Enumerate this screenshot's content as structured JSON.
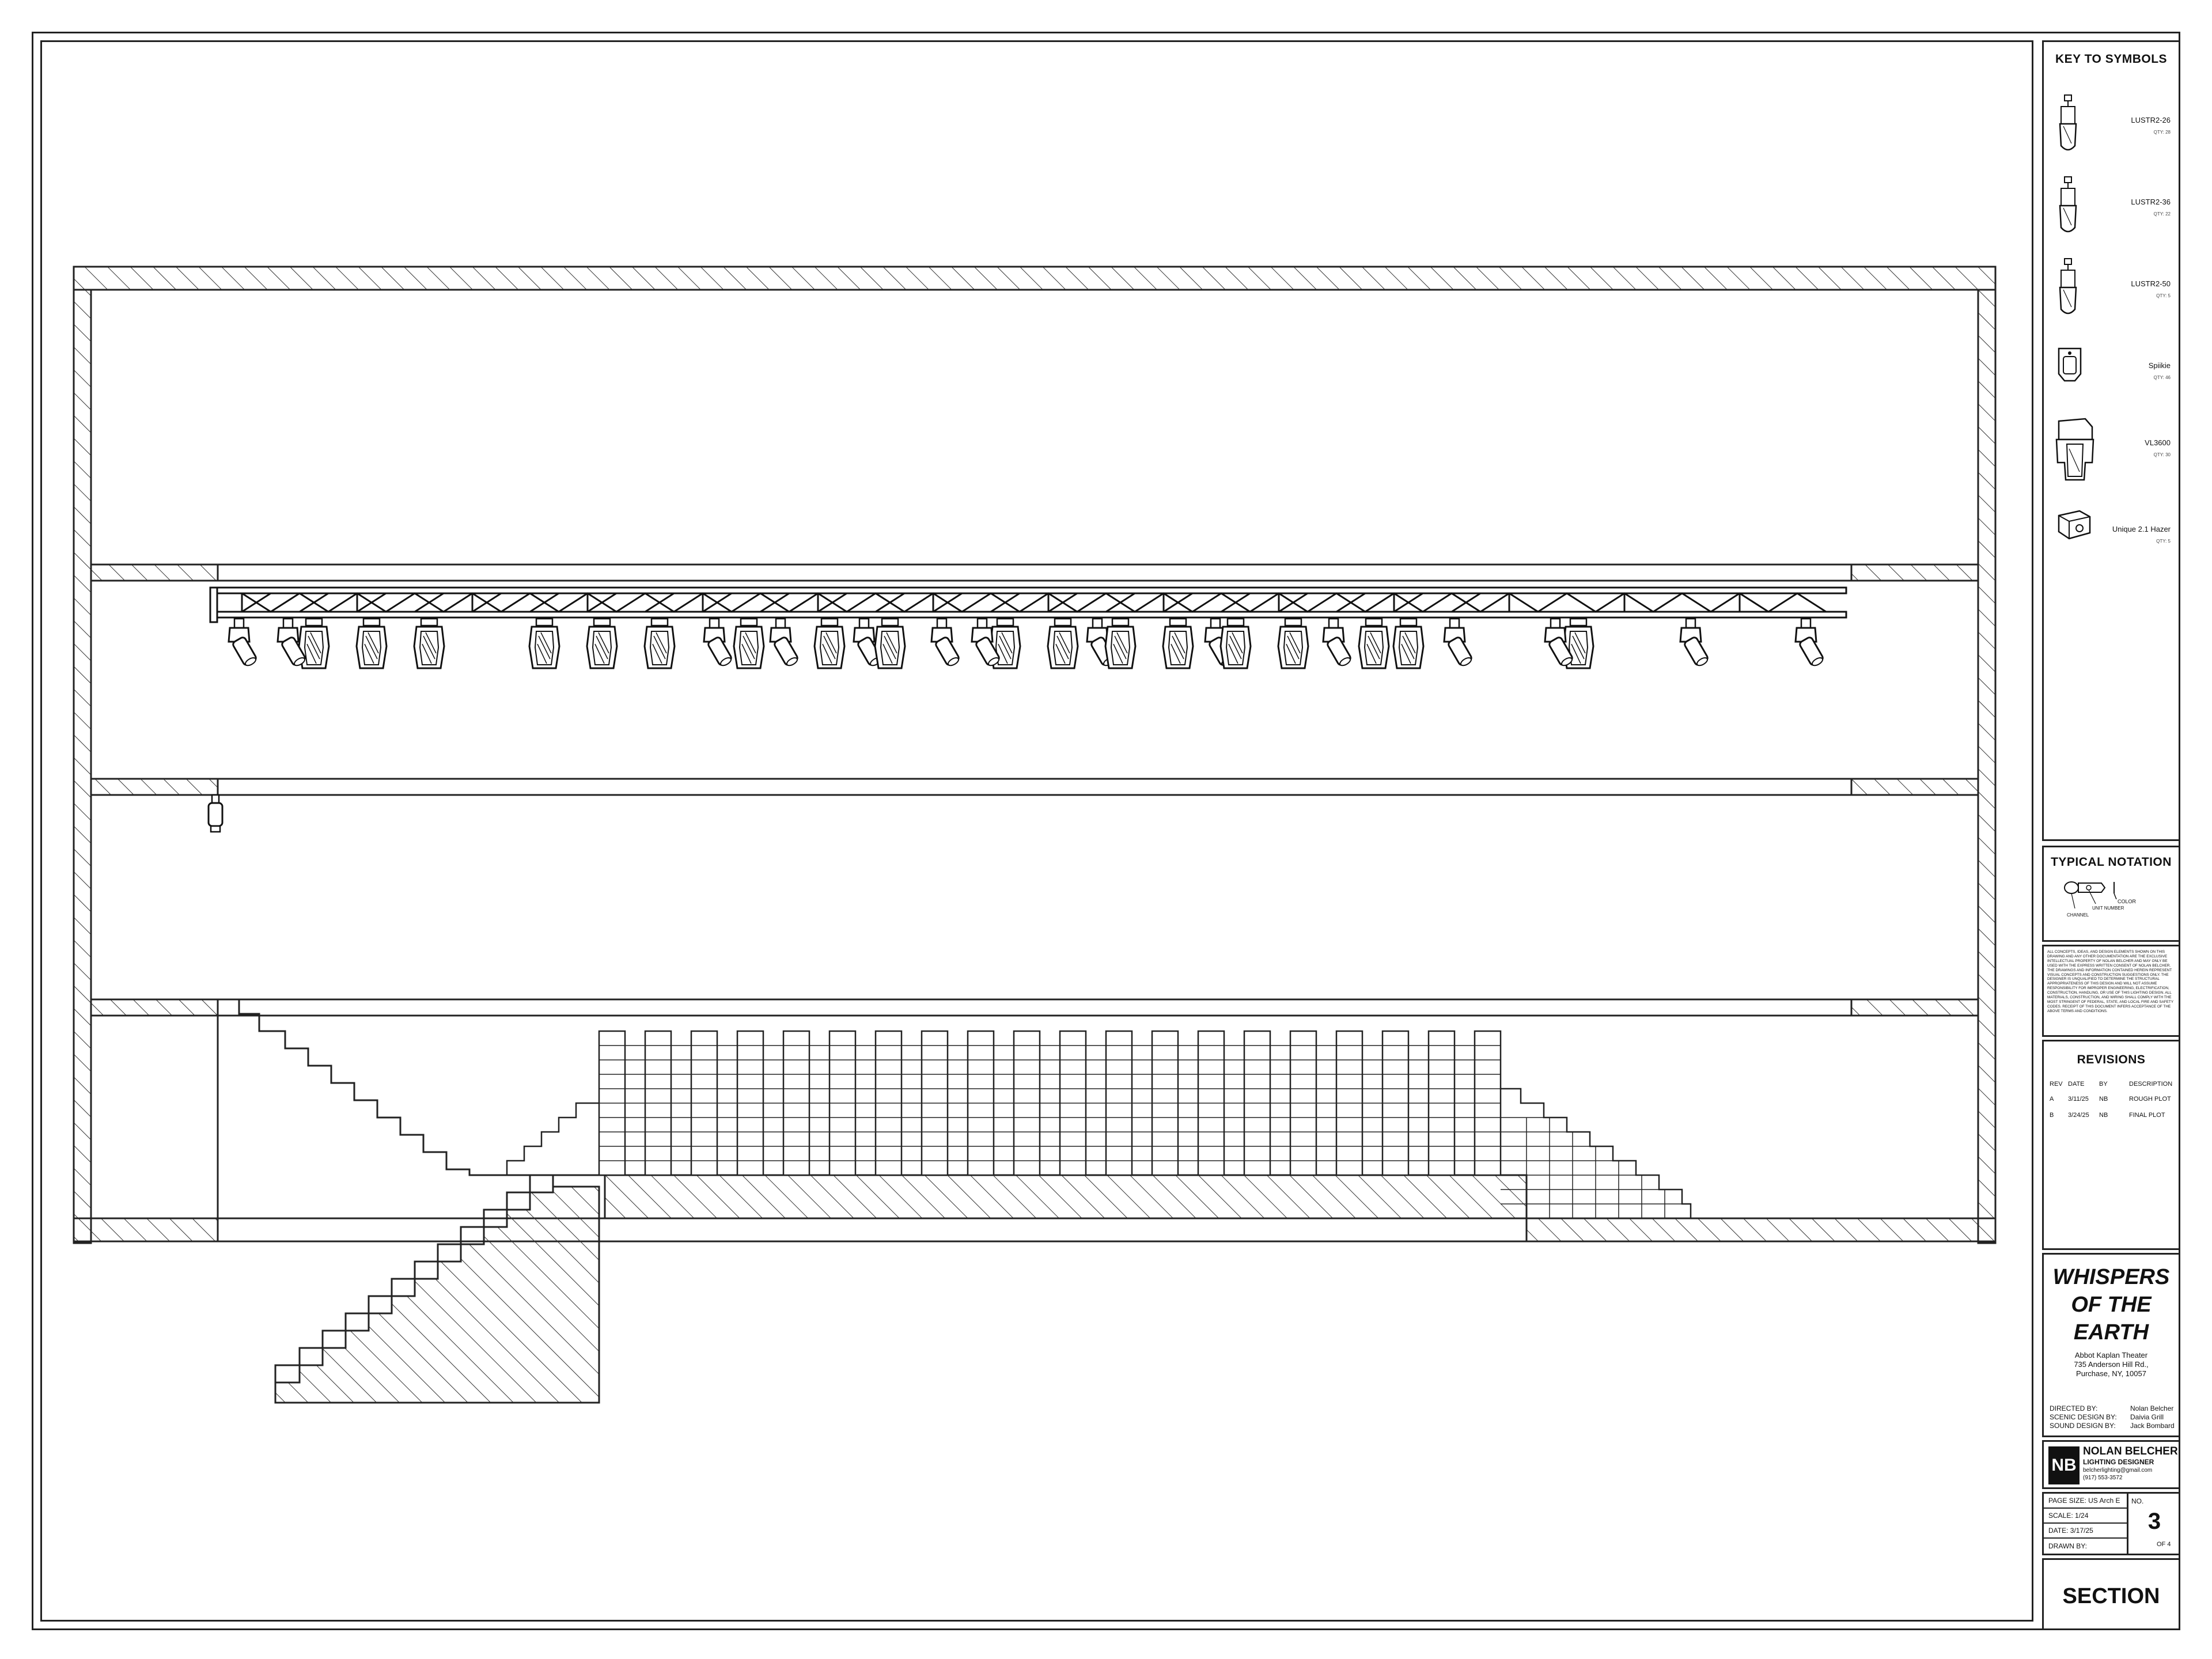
{
  "key_to_symbols": {
    "title": "KEY TO SYMBOLS",
    "items": [
      {
        "name": "LUSTR2-26",
        "qty": "QTY: 28",
        "icon": "lustr-fixture-icon"
      },
      {
        "name": "LUSTR2-36",
        "qty": "QTY: 22",
        "icon": "lustr-fixture-icon"
      },
      {
        "name": "LUSTR2-50",
        "qty": "QTY: 5",
        "icon": "lustr-fixture-icon"
      },
      {
        "name": "Spiikie",
        "qty": "QTY: 46",
        "icon": "spiikie-fixture-icon"
      },
      {
        "name": "VL3600",
        "qty": "QTY: 30",
        "icon": "moving-head-fixture-icon"
      },
      {
        "name": "Unique 2.1 Hazer",
        "qty": "QTY: 5",
        "icon": "hazer-icon"
      }
    ]
  },
  "typical_notation": {
    "title": "TYPICAL NOTATION",
    "labels": {
      "color": "COLOR",
      "unit_number": "UNIT NUMBER",
      "channel": "CHANNEL"
    }
  },
  "disclaimer": "ALL CONCEPTS, IDEAS, AND DESIGN ELEMENTS SHOWN ON THIS DRAWING AND ANY OTHER DOCUMENTATION ARE THE EXCLUSIVE INTELLECTUAL PROPERTY OF NOLAN BELCHER AND MAY ONLY BE USED WITH THE EXPRESS WRITTEN CONSENT OF NOLAN BELCHER. THE DRAWINGS AND INFORMATION CONTAINED HEREIN REPRESENT VISUAL CONCEPTS AND CONSTRUCTION SUGGESTIONS ONLY. THE DESIGNER IS UNQUALIFIED TO DETERMINE THE STRUCTURAL APPROPRIATENESS OF THIS DESIGN AND WILL NOT ASSUME RESPONSIBILITY FOR IMPROPER ENGINEERING, ELECTRIFICATION, CONSTRUCTION, HANDLING, OR USE OF THIS LIGHTING DESIGN. ALL MATERIALS, CONSTRUCTION, AND WIRING SHALL COMPLY WITH THE MOST STRINGENT OF FEDERAL, STATE, AND LOCAL FIRE AND SAFETY CODES. RECEIPT OF THIS DOCUMENT INFERS ACCEPTANCE OF THE ABOVE TERMS AND CONDITIONS.",
  "revisions": {
    "title": "REVISIONS",
    "headers": [
      "REV",
      "DATE",
      "BY",
      "DESCRIPTION"
    ],
    "rows": [
      [
        "A",
        "3/11/25",
        "NB",
        "ROUGH PLOT"
      ],
      [
        "B",
        "3/24/25",
        "NB",
        "FINAL PLOT"
      ]
    ]
  },
  "production": {
    "title_line1": "WHISPERS",
    "title_line2": "OF THE",
    "title_line3": "EARTH",
    "venue": "Abbot Kaplan Theater",
    "address1": "735 Anderson Hill Rd.,",
    "address2": "Purchase, NY, 10057"
  },
  "credits": [
    {
      "role": "DIRECTED BY:",
      "name": "Nolan Belcher"
    },
    {
      "role": "SCENIC DESIGN BY:",
      "name": "Daivia Grill"
    },
    {
      "role": "SOUND DESIGN BY:",
      "name": "Jack Bombard"
    }
  ],
  "designer": {
    "monogram": "NB",
    "name": "NOLAN BELCHER",
    "role": "LIGHTING DESIGNER",
    "email": "belcherlighting@gmail.com",
    "phone": "(917) 553-3572"
  },
  "sheet": {
    "page_size": "PAGE SIZE: US Arch E",
    "scale": "SCALE: 1/24",
    "date": "DATE: 3/17/25",
    "drawn_by": "DRAWN BY:",
    "no_label": "NO.",
    "number": "3",
    "of": "OF 4",
    "name": "SECTION"
  },
  "colors": {
    "line": "#222222",
    "paper": "#ffffff"
  }
}
